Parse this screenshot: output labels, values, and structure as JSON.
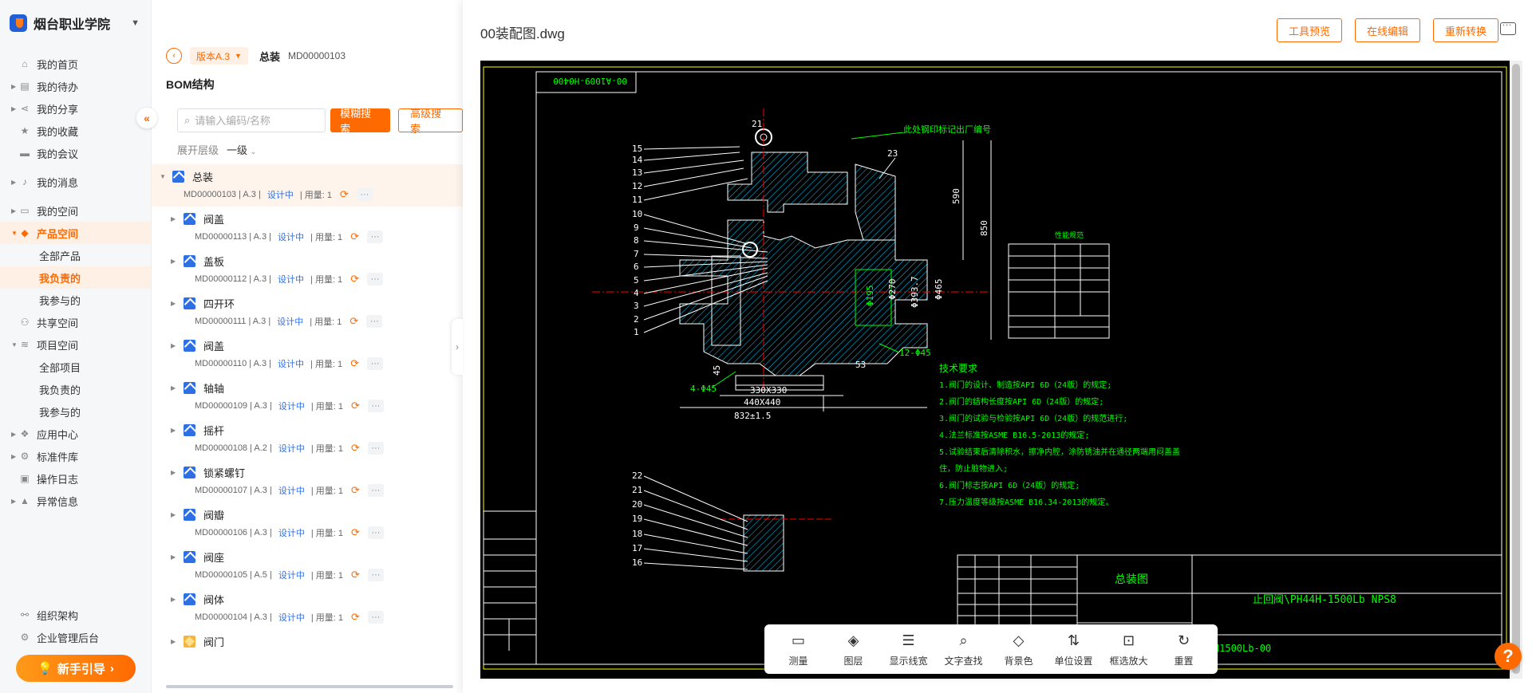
{
  "brand": {
    "name": "烟台职业学院"
  },
  "sidebar": {
    "items": [
      {
        "label": "我的首页",
        "icon": "home-icon"
      },
      {
        "label": "我的待办",
        "icon": "todo-icon"
      },
      {
        "label": "我的分享",
        "icon": "share-icon"
      },
      {
        "label": "我的收藏",
        "icon": "star-icon"
      },
      {
        "label": "我的会议",
        "icon": "meeting-icon"
      },
      {
        "label": "我的消息",
        "icon": "bell-icon"
      },
      {
        "label": "我的空间",
        "icon": "space-icon"
      },
      {
        "label": "产品空间",
        "icon": "product-icon"
      },
      {
        "label": "全部产品"
      },
      {
        "label": "我负责的"
      },
      {
        "label": "我参与的"
      },
      {
        "label": "共享空间",
        "icon": "shared-icon"
      },
      {
        "label": "项目空间",
        "icon": "project-icon"
      },
      {
        "label": "全部项目"
      },
      {
        "label": "我负责的"
      },
      {
        "label": "我参与的"
      },
      {
        "label": "应用中心",
        "icon": "app-icon"
      },
      {
        "label": "标准件库",
        "icon": "gear-icon"
      },
      {
        "label": "操作日志",
        "icon": "log-icon"
      },
      {
        "label": "异常信息",
        "icon": "warning-icon"
      }
    ],
    "bottom": [
      {
        "label": "组织架构"
      },
      {
        "label": "企业管理后台"
      }
    ],
    "guide_label": "新手引导"
  },
  "bom": {
    "version": "版本A.3",
    "crumb_name": "总装",
    "crumb_code": "MD00000103",
    "title": "BOM结构",
    "search_placeholder": "请输入编码/名称",
    "fuzzy_search": "模糊搜索",
    "advanced_search": "高级搜索",
    "expand_label": "展开层级",
    "expand_level": "一级",
    "nodes": [
      {
        "name": "总装",
        "meta": "MD00000103 | A.3 |",
        "status": "设计中",
        "qty": "| 用量: 1"
      },
      {
        "name": "阀盖",
        "meta": "MD00000113 | A.3 |",
        "status": "设计中",
        "qty": "| 用量: 1"
      },
      {
        "name": "盖板",
        "meta": "MD00000112 | A.3 |",
        "status": "设计中",
        "qty": "| 用量: 1"
      },
      {
        "name": "四开环",
        "meta": "MD00000111 | A.3 |",
        "status": "设计中",
        "qty": "| 用量: 1"
      },
      {
        "name": "阀盖",
        "meta": "MD00000110 | A.3 |",
        "status": "设计中",
        "qty": "| 用量: 1"
      },
      {
        "name": "轴轴",
        "meta": "MD00000109 | A.3 |",
        "status": "设计中",
        "qty": "| 用量: 1"
      },
      {
        "name": "摇杆",
        "meta": "MD00000108 | A.2 |",
        "status": "设计中",
        "qty": "| 用量: 1"
      },
      {
        "name": "锁紧螺钉",
        "meta": "MD00000107 | A.3 |",
        "status": "设计中",
        "qty": "| 用量: 1"
      },
      {
        "name": "阀瓣",
        "meta": "MD00000106 | A.3 |",
        "status": "设计中",
        "qty": "| 用量: 1"
      },
      {
        "name": "阀座",
        "meta": "MD00000105 | A.5 |",
        "status": "设计中",
        "qty": "| 用量: 1"
      },
      {
        "name": "阀体",
        "meta": "MD00000104 | A.3 |",
        "status": "设计中",
        "qty": "| 用量: 1"
      },
      {
        "name": "阀门",
        "meta": "",
        "status": "",
        "qty": ""
      }
    ]
  },
  "viewer": {
    "file_name": "00装配图.dwg",
    "btn_preview": "工具预览",
    "btn_edit": "在线编辑",
    "btn_convert": "重新转换",
    "drawing": {
      "title_box": "00-A1009-H0400",
      "note_top": "此处钢印标记出厂编号",
      "tech_title": "技术要求",
      "tech_lines": [
        "1.阀门的设计、制造按API 6D（24版）的规定;",
        "2.阀门的结构长度按API 6D（24版）的规定;",
        "3.阀门的试验与检验按API 6D（24版）的规范进行;",
        "4.法兰标准按ASME B16.5-2013的规定;",
        "5.试验结束后清除积水，擦净内腔，涂防锈油并在通径两端用闷盖盖",
        "住，防止脏物进入;",
        "6.阀门标志按API 6D（24版）的规定;",
        "7.压力温度等级按ASME B16.34-2013的规定。"
      ],
      "assembly_title": "总装图",
      "model_text": "止回阀\\PH44H-1500Lb NPS8",
      "drawing_no": "PH44H1500Lb-00",
      "dim_width": "832±1.5",
      "dim_440": "440X440",
      "dim_330": "330X330",
      "dim_590": "590",
      "dim_850": "850",
      "dim_53": "53",
      "dim_45": "45",
      "label_4_045": "4-Φ45",
      "label_12_045": "12-Φ45",
      "spec_title": "性能规范"
    },
    "tools": [
      {
        "label": "测量",
        "icon": "ruler-icon"
      },
      {
        "label": "图层",
        "icon": "layers-icon"
      },
      {
        "label": "显示线宽",
        "icon": "line-width-icon"
      },
      {
        "label": "文字查找",
        "icon": "text-search-icon"
      },
      {
        "label": "背景色",
        "icon": "paint-bucket-icon"
      },
      {
        "label": "单位设置",
        "icon": "unit-icon"
      },
      {
        "label": "框选放大",
        "icon": "zoom-box-icon"
      },
      {
        "label": "重置",
        "icon": "reset-icon"
      }
    ]
  }
}
